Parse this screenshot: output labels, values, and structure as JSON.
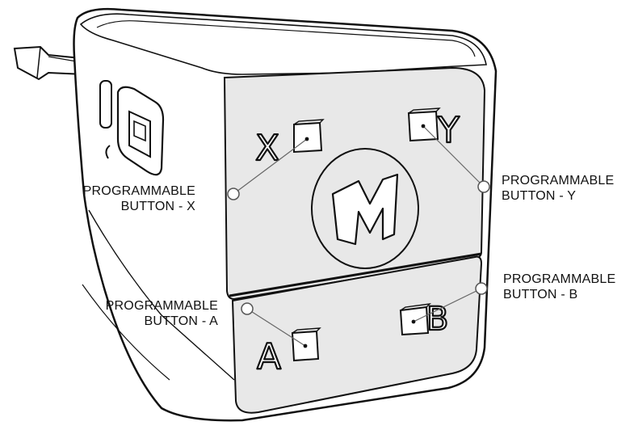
{
  "callouts": {
    "x": {
      "line1": "PROGRAMMABLE",
      "line2": "BUTTON - X"
    },
    "y": {
      "line1": "PROGRAMMABLE",
      "line2": "BUTTON - Y"
    },
    "a": {
      "line1": "PROGRAMMABLE",
      "line2": "BUTTON - A"
    },
    "b": {
      "line1": "PROGRAMMABLE",
      "line2": "BUTTON - B"
    }
  },
  "button_letters": {
    "x": "X",
    "y": "Y",
    "a": "A",
    "b": "B"
  },
  "icons": [
    "device-body",
    "front-face",
    "logo-emblem",
    "usb-port",
    "power-switch",
    "cable-strap",
    "callout-dot"
  ],
  "colors": {
    "face": "#e8e8e8",
    "outline": "#111111",
    "background": "#ffffff"
  }
}
